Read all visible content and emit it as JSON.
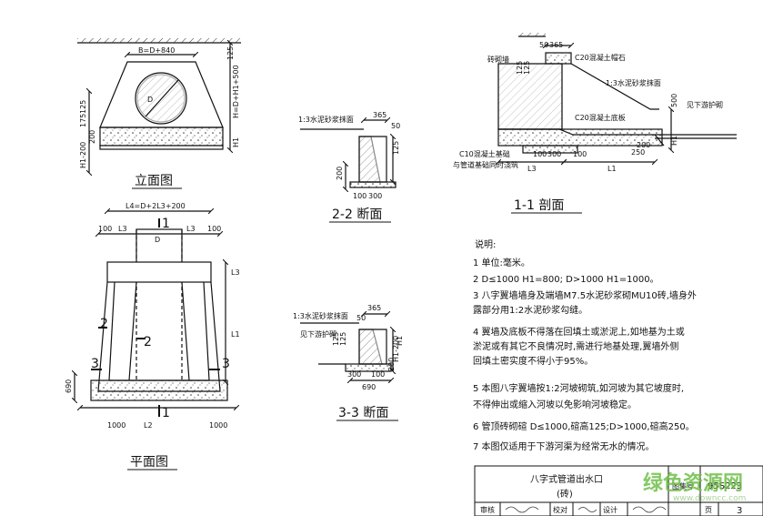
{
  "elevation": {
    "title": "立面图",
    "dims": {
      "top_width": "B=D+840",
      "d": "D",
      "right_top": "125",
      "right_h": "H=D+H1+500",
      "right_h1": "H1",
      "left_125a": "125",
      "left_175": "175",
      "left_h1": "H1-200",
      "left_200": "200"
    }
  },
  "plan": {
    "title": "平面图",
    "dims": {
      "l4": "L4=D+2L3+200",
      "d": "D",
      "top_100a": "100",
      "top_l3a": "L3",
      "top_l3b": "L3",
      "top_100b": "100",
      "right_l3": "L3",
      "right_l1": "L1",
      "left_690": "690",
      "bot_1000a": "1000",
      "bot_l2": "L2",
      "bot_1000b": "1000"
    },
    "marks": {
      "m1_top": "1",
      "m1_bot": "1",
      "m2_left": "2",
      "m2_right": "2",
      "m3_left": "3",
      "m3_right": "3"
    }
  },
  "section22": {
    "title": "2-2 断面",
    "dims": {
      "mortar": "1:3水泥砂浆抹面",
      "d365": "365",
      "d50": "50",
      "d125": "125",
      "d200": "200",
      "d100": "100",
      "d300": "300"
    }
  },
  "section33": {
    "title": "3-3 断面",
    "dims": {
      "mortar": "1:3水泥砂浆抹面",
      "see": "见下游护砌",
      "d365": "365",
      "d50": "50",
      "d100": "100",
      "d300": "300",
      "d690": "690",
      "h1": "H1",
      "h1_200": "H1-200",
      "d200": "200",
      "d125": "125",
      "d125b": "125"
    }
  },
  "section11": {
    "title": "1-1 剖面",
    "dims": {
      "d50": "50",
      "d365": "365",
      "c20_cap": "C20混凝土帽石",
      "brick_wall": "砖砌墙",
      "mortar": "1:3水泥砂浆抹面",
      "c20_base": "C20混凝土底板",
      "see": "见下游护砌",
      "c10": "C10混凝土基础",
      "c10b": "与管道基础同时浇筑",
      "d125": "125",
      "d125b": "125",
      "d500": "500",
      "d200": "200",
      "d250": "250",
      "d300": "300",
      "d100a": "100",
      "d100b": "100",
      "h1": "H1",
      "l3": "L3",
      "l1": "L1"
    }
  },
  "notes": {
    "heading": "说明:",
    "items": [
      "1  单位:毫米。",
      "2  D≤1000 H1=800; D>1000 H1=1000。",
      "3  八字翼墙墙身及端墙M7.5水泥砂浆砌MU10砖,墙身外",
      "   露部分用1:2水泥砂浆勾缝。",
      "4  翼墙及底板不得落在回填土或淤泥上,如地基为土或",
      "   淤泥或有其它不良情况时,需进行地基处理,翼墙外侧",
      "   回填土密实度不得小于95%。",
      "5  本图八字翼墙按1:2河坡砌筑,如河坡为其它坡度时,",
      "   不得伸出或缩入河坡以免影响河坡稳定。",
      "6  管顶砖砌碹 D≤1000,碹高125;D>1000,碹高250。",
      "7  本图仅适用于下游河渠为经常无水的情况。"
    ]
  },
  "title_block": {
    "name": "八字式管道出水口",
    "material": "(砖)",
    "atlas_label": "图集号",
    "atlas_no": "95S223",
    "review": "审核",
    "check": "校对",
    "design": "设计",
    "page_label": "页",
    "page_no": "3"
  },
  "watermark": {
    "text": "绿色资源网",
    "url": "www.downcc.com",
    "color": "#6fbf4a"
  }
}
